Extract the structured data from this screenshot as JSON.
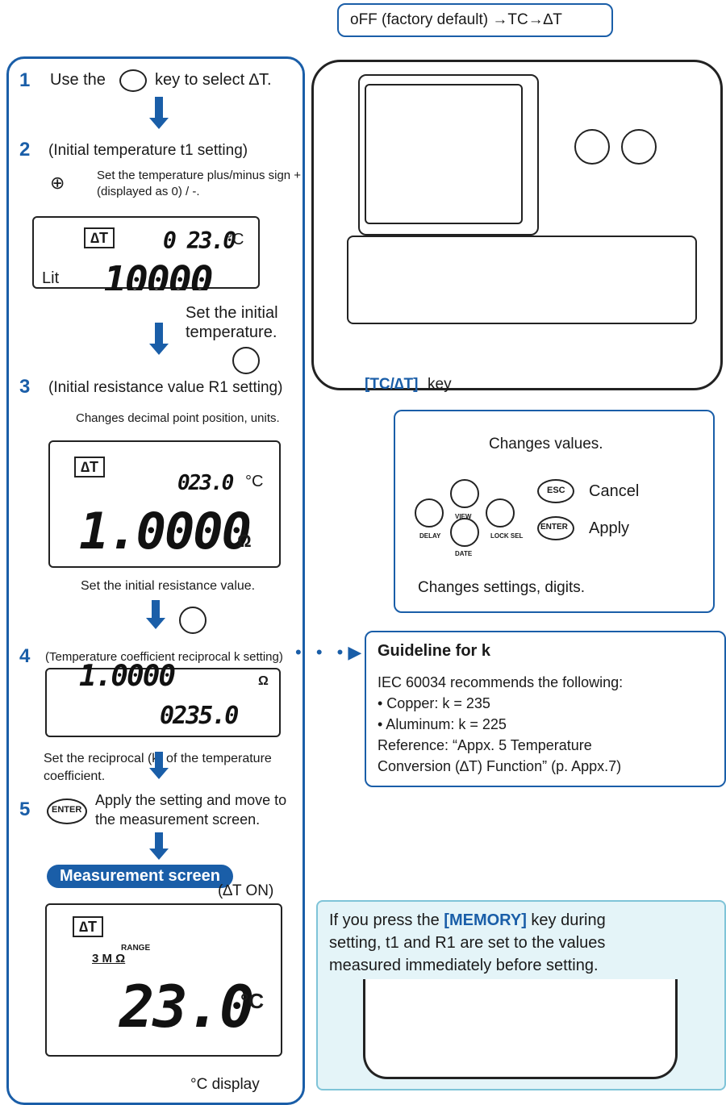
{
  "top_box": "oFF (factory default) →TC→∆T",
  "steps": {
    "s1": {
      "num": "1",
      "pre": "Use the",
      "key": "TC/∆T",
      "post": "key to select ∆T."
    },
    "s2": {
      "num": "2",
      "title": "(Initial temperature t1 setting)",
      "sign_note": "Set the temperature plus/minus sign + (displayed as 0) / -.",
      "lcd_dt": "∆T",
      "lcd_value": "0 23.0",
      "lcd_unit": "°C",
      "lit_label": "Lit",
      "lcd_big": "10000",
      "set_initial_temp": "Set the initial temperature."
    },
    "s3": {
      "num": "3",
      "title": "(Initial resistance value R1 setting)",
      "decimal_note": "Changes decimal point position, units.",
      "lcd_dt": "∆T",
      "lcd_temp": "023.0",
      "lcd_temp_unit": "°C",
      "lcd_big": "1.0000",
      "lcd_ohm": "Ω",
      "set_res_note": "Set the initial resistance value."
    },
    "s4": {
      "num": "4",
      "title": "(Temperature coefficient reciprocal k setting)",
      "lcd_big": "1.0000",
      "lcd_ohm": "Ω",
      "lcd_value": "0235.0",
      "set_k_note": "Set the reciprocal (k) of the temperature coefficient."
    },
    "s5": {
      "num": "5",
      "key": "ENTER",
      "note": "Apply the setting and move to the measurement screen."
    }
  },
  "measurement": {
    "pill": "Measurement screen",
    "suffix": "(∆T ON)",
    "lcd_dt": "∆T",
    "range_label": "RANGE",
    "range_value": "3 M Ω",
    "lcd_value": "23.0",
    "lcd_unit": "°C",
    "caption": "°C display"
  },
  "device": {
    "key_label": "[TC/∆T]",
    "key_suffix": "key"
  },
  "keys_panel": {
    "changes_values": "Changes values.",
    "esc_key": "ESC",
    "cancel": "Cancel",
    "enter_key": "ENTER",
    "apply": "Apply",
    "view": "VIEW",
    "date": "DATE",
    "delay": "DELAY",
    "lock_sel": "LOCK SEL",
    "changes_settings": "Changes settings, digits."
  },
  "guideline": {
    "title": "Guideline for k",
    "intro": "IEC 60034 recommends the following:",
    "copper": "• Copper: k = 235",
    "aluminum": "• Aluminum: k = 225",
    "ref1": "Reference: “Appx. 5 Temperature",
    "ref2": "Conversion (∆T) Function” (p. Appx.7)"
  },
  "memory_note": {
    "line1_pre": "If you press the ",
    "line1_key": "[MEMORY]",
    "line1_post": " key during",
    "line2": "setting, t1 and R1 are set to the values",
    "line3": "measured immediately before setting."
  }
}
